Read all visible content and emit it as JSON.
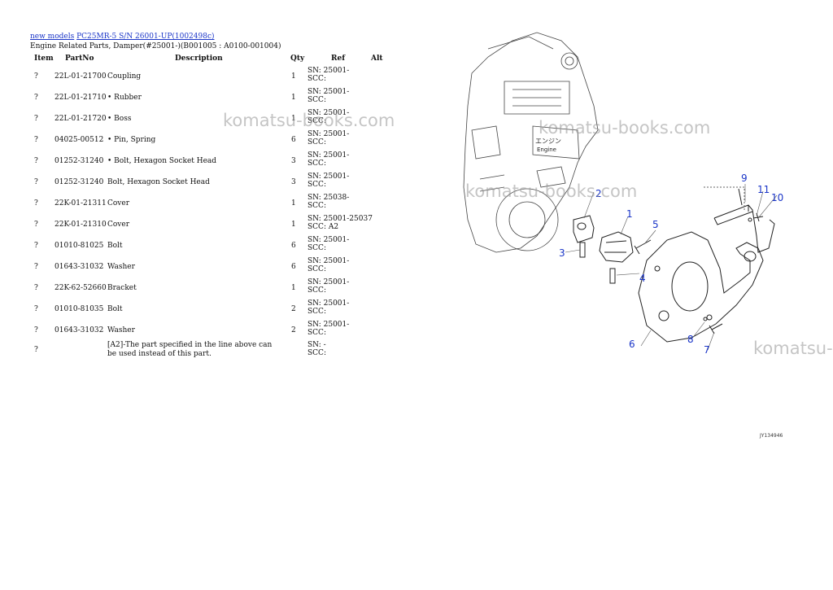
{
  "breadcrumb": {
    "link1": "new models",
    "link2": "PC25MR-5 S/N 26001-UP(1002498c)"
  },
  "subtitle": "Engine Related Parts, Damper(#25001-)(B001005 : A0100-001004)",
  "columns": {
    "item": "Item",
    "partno": "PartNo",
    "description": "Description",
    "qty": "Qty",
    "ref": "Ref",
    "alt": "Alt"
  },
  "rows": [
    {
      "item": "?",
      "partno": "22L-01-21700",
      "desc": "Coupling",
      "qty": "1",
      "ref1": "SN: 25001-",
      "ref2": "SCC:"
    },
    {
      "item": "?",
      "partno": "22L-01-21710",
      "desc": "• Rubber",
      "qty": "1",
      "ref1": "SN: 25001-",
      "ref2": "SCC:"
    },
    {
      "item": "?",
      "partno": "22L-01-21720",
      "desc": "• Boss",
      "qty": "1",
      "ref1": "SN: 25001-",
      "ref2": "SCC:"
    },
    {
      "item": "?",
      "partno": "04025-00512",
      "desc": "• Pin, Spring",
      "qty": "6",
      "ref1": "SN: 25001-",
      "ref2": "SCC:"
    },
    {
      "item": "?",
      "partno": "01252-31240",
      "desc": "• Bolt, Hexagon Socket Head",
      "qty": "3",
      "ref1": "SN: 25001-",
      "ref2": "SCC:"
    },
    {
      "item": "?",
      "partno": "01252-31240",
      "desc": "Bolt, Hexagon Socket Head",
      "qty": "3",
      "ref1": "SN: 25001-",
      "ref2": "SCC:"
    },
    {
      "item": "?",
      "partno": "22K-01-21311",
      "desc": "Cover",
      "qty": "1",
      "ref1": "SN: 25038-",
      "ref2": "SCC:"
    },
    {
      "item": "?",
      "partno": "22K-01-21310",
      "desc": "Cover",
      "qty": "1",
      "ref1": "SN: 25001-25037",
      "ref2": "SCC: A2"
    },
    {
      "item": "?",
      "partno": "01010-81025",
      "desc": "Bolt",
      "qty": "6",
      "ref1": "SN: 25001-",
      "ref2": "SCC:"
    },
    {
      "item": "?",
      "partno": "01643-31032",
      "desc": "Washer",
      "qty": "6",
      "ref1": "SN: 25001-",
      "ref2": "SCC:"
    },
    {
      "item": "?",
      "partno": "22K-62-52660",
      "desc": "Bracket",
      "qty": "1",
      "ref1": "SN: 25001-",
      "ref2": "SCC:"
    },
    {
      "item": "?",
      "partno": "01010-81035",
      "desc": "Bolt",
      "qty": "2",
      "ref1": "SN: 25001-",
      "ref2": "SCC:"
    },
    {
      "item": "?",
      "partno": "01643-31032",
      "desc": "Washer",
      "qty": "2",
      "ref1": "SN: 25001-",
      "ref2": "SCC:"
    }
  ],
  "note": {
    "item": "?",
    "text": "[A2]-The part specified in the line above can be used instead of this part.",
    "ref1": "SN: -",
    "ref2": "SCC:"
  },
  "watermark": "komatsu-books.com",
  "watermark_partial": "komatsu-",
  "diagram": {
    "engine_label_jp": "エンジン",
    "engine_label": "Engine",
    "callouts": [
      "1",
      "2",
      "3",
      "4",
      "5",
      "6",
      "7",
      "8",
      "9",
      "10",
      "11"
    ],
    "figure_code": "JY134946"
  },
  "colors": {
    "link": "#1a35c8",
    "watermark": "#969696"
  }
}
